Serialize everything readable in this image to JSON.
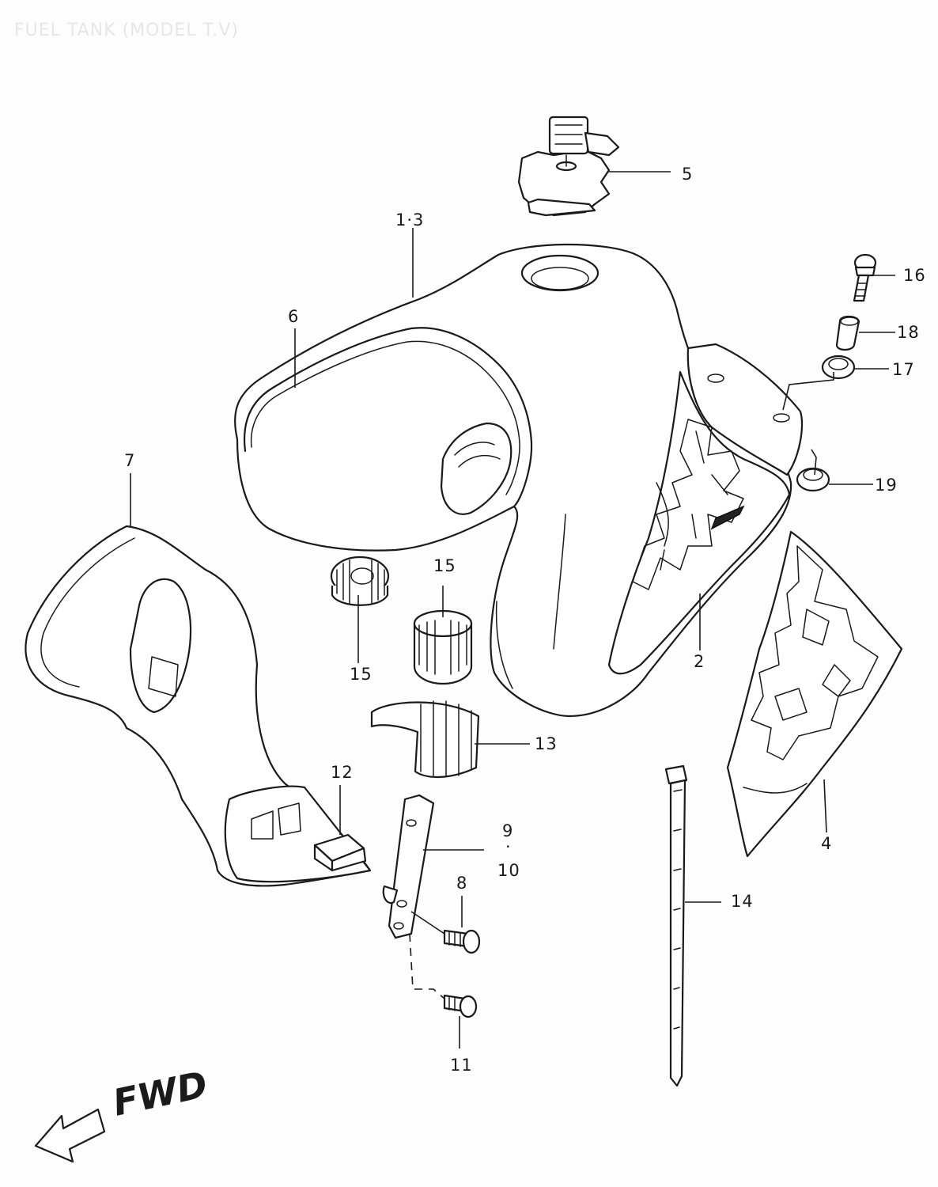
{
  "title": "FUEL TANK (MODEL T.V)",
  "direction_label": "FWD",
  "callouts": {
    "c1_3": "1·3",
    "c2": "2",
    "c4": "4",
    "c5": "5",
    "c6": "6",
    "c7": "7",
    "c8": "8",
    "c9": "9",
    "c9_dot": "·",
    "c10": "10",
    "c11": "11",
    "c12": "12",
    "c13": "13",
    "c14": "14",
    "c15a": "15",
    "c15b": "15",
    "c16": "16",
    "c17": "17",
    "c18": "18",
    "c19": "19"
  }
}
